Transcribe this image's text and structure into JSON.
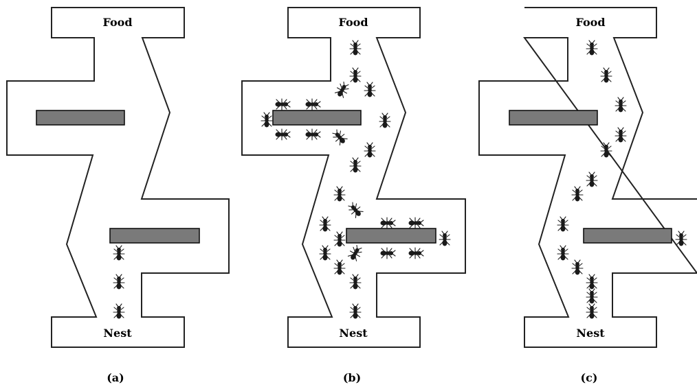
{
  "panels": [
    {
      "food_label": "Food",
      "nest_label": "Nest",
      "caption": "(a)",
      "colors": {
        "obstacle": "#7a7a7a",
        "outline": "#222222",
        "ant": "#1a1a1a"
      }
    },
    {
      "food_label": "Food",
      "nest_label": "Nest",
      "caption": "(b)"
    },
    {
      "food_label": "Food",
      "nest_label": "Nest",
      "caption": "(c)"
    }
  ]
}
